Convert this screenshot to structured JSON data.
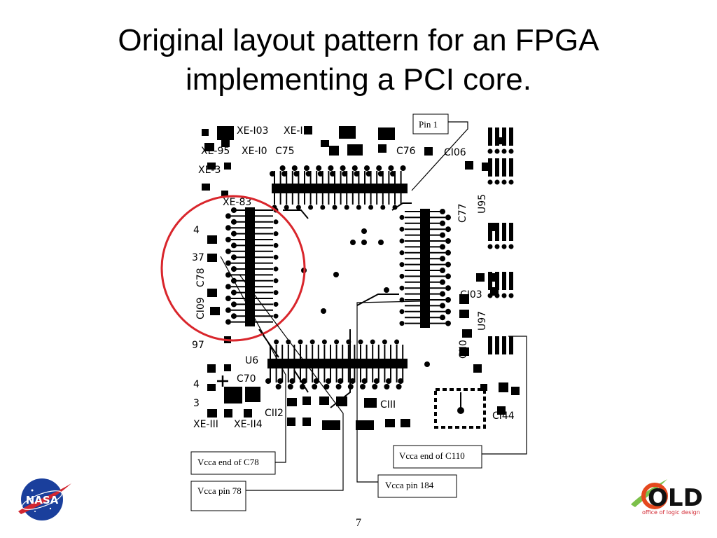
{
  "slide": {
    "title_line1": "Original layout pattern for an FPGA",
    "title_line2": "implementing a PCI core.",
    "page_number": "7"
  },
  "pcb_labels": {
    "xe103": "XE-I03",
    "xe112": "XE-II2",
    "xe95": "XE-95",
    "xe10": "XE-I0",
    "c75": "C75",
    "c76": "C76",
    "c106": "CI06",
    "xe3": "XE-3",
    "xe83": "XE-83",
    "u95": "U95",
    "c77": "C77",
    "c78": "C78",
    "c109": "CI09",
    "n4": "4",
    "n37": "37",
    "n97": "97",
    "c103": "CI03",
    "u97": "U97",
    "c110": "CII0",
    "u6": "U6",
    "c70": "C70",
    "c112": "CII2",
    "c111": "CIII",
    "c144": "CI44",
    "xe111": "XE-III",
    "xe114": "XE-II4",
    "n3": "3",
    "n4b": "4"
  },
  "callouts": {
    "pin1": "Pin 1",
    "vcca_c78": "Vcca end of C78",
    "vcca_pin78": "Vcca pin 78",
    "vcca_c110": "Vcca end of C110",
    "vcca_pin184": "Vcca pin 184"
  },
  "logos": {
    "nasa_text": "NASA",
    "old_text": "OLD",
    "old_subtext": "office of logic design"
  },
  "colors": {
    "highlight_circle": "#d9262c",
    "pcb_ink": "#000000",
    "nasa_blue": "#1a3f9c",
    "nasa_red": "#d22630"
  }
}
